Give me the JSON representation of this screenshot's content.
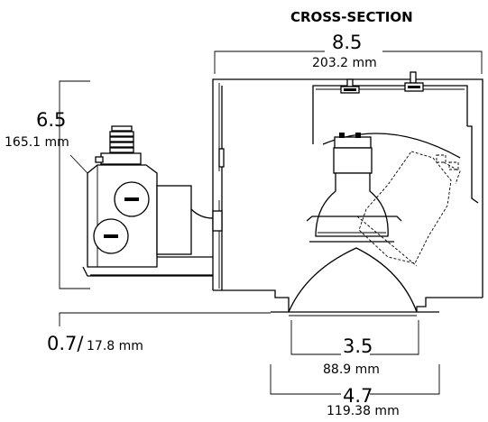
{
  "title": "CROSS-SECTION",
  "dimensions": {
    "width": {
      "inches": "8.5",
      "mm": "203.2 mm"
    },
    "height": {
      "inches": "6.5",
      "mm": "165.1 mm"
    },
    "flange": {
      "inches": "0.7/",
      "mm": "17.8 mm"
    },
    "aperture": {
      "inches": "3.5",
      "mm": "88.9 mm"
    },
    "trim": {
      "inches": "4.7",
      "mm": "119.38 mm"
    }
  }
}
